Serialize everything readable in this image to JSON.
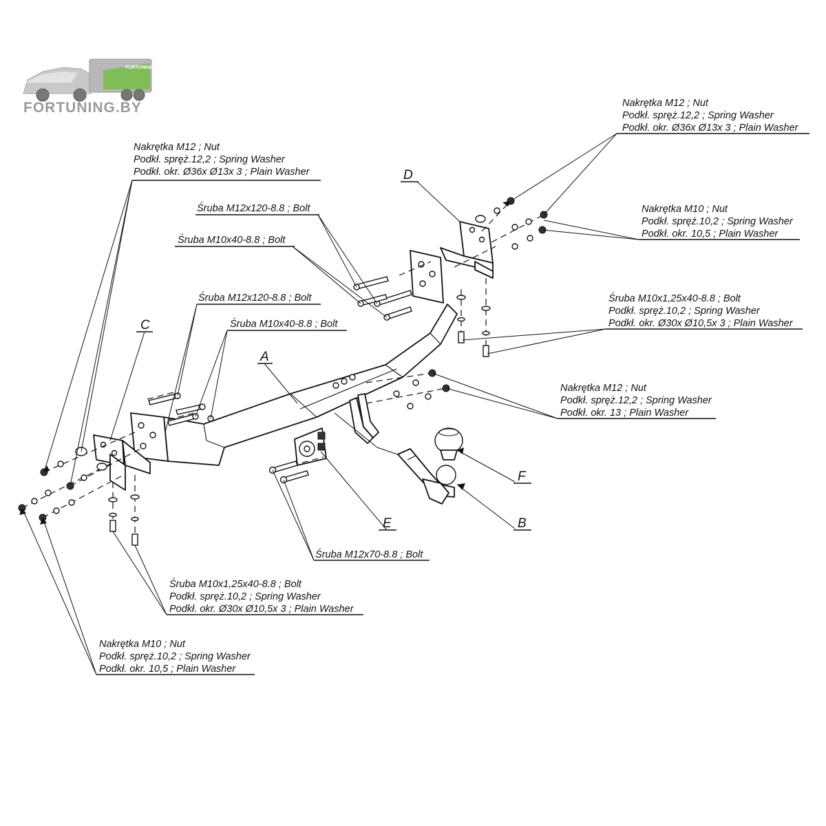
{
  "logo": {
    "text": "FORTUNING.BY",
    "trailer_text": "FORTUNING"
  },
  "part_letters": {
    "a": "A",
    "b": "B",
    "c": "C",
    "d": "D",
    "e": "E",
    "f": "F"
  },
  "callouts": {
    "top_right_nut_m12": [
      "Nakrętka  M12 ; Nut",
      "Podkł. spręż.12,2 ; Spring Washer",
      "Podkł. okr.  Ø36x Ø13x 3 ; Plain Washer"
    ],
    "top_left_nut_m12": [
      "Nakrętka  M12 ; Nut",
      "Podkł. spręż.12,2 ; Spring Washer",
      "Podkł. okr.  Ø36x Ø13x 3 ; Plain Washer"
    ],
    "bolt_m12x120_top": [
      "Śruba M12x120-8.8 ;  Bolt"
    ],
    "bolt_m10x40_top": [
      "Śruba M10x40-8.8 ;  Bolt"
    ],
    "bolt_m12x120_left": [
      "Śruba M12x120-8.8 ;  Bolt"
    ],
    "bolt_m10x40_left": [
      "Śruba M10x40-8.8 ;  Bolt"
    ],
    "right_nut_m10": [
      "Nakrętka  M10 ; Nut",
      "Podkł. spręż.10,2 ; Spring Washer",
      "Podkł. okr. 10,5 ; Plain Washer"
    ],
    "right_bolt_m10x125": [
      "Śruba M10x1,25x40-8.8 ;  Bolt",
      "Podkł. spręż.10,2 ; Spring Washer",
      "Podkł. okr.  Ø30x Ø10,5x 3 ; Plain Washer"
    ],
    "mid_nut_m12": [
      "Nakrętka  M12 ; Nut",
      "Podkł. spręż.12,2 ; Spring Washer",
      "Podkł. okr. 13 ; Plain Washer"
    ],
    "bolt_m12x70": [
      "Śruba M12x70-8.8 ;  Bolt"
    ],
    "left_bolt_m10x125": [
      "Śruba M10x1,25x40-8.8 ;  Bolt",
      "Podkł. spręż.10,2 ; Spring Washer",
      "Podkł. okr.  Ø30x Ø10,5x 3 ; Plain Washer"
    ],
    "left_nut_m10": [
      "Nakrętka  M10 ; Nut",
      "Podkł. spręż.10,2 ; Spring Washer",
      "Podkł. okr. 10,5 ; Plain Washer"
    ]
  }
}
